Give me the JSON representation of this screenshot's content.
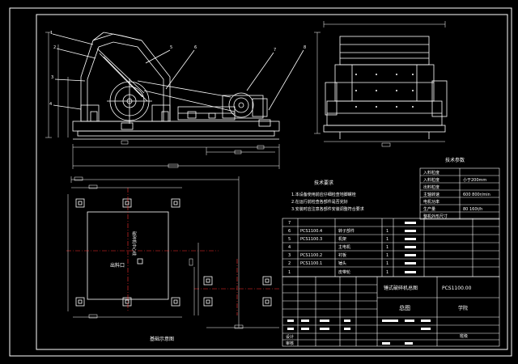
{
  "side_view": {
    "callouts": [
      "1",
      "2",
      "3",
      "4",
      "5",
      "6",
      "7",
      "8"
    ]
  },
  "front_view": {
    "caption": "技术参数"
  },
  "foundation_plan": {
    "caption": "基础示意图",
    "label_center": "出料口",
    "label_vertical": "破碎机中心线"
  },
  "tech_requirements": {
    "title": "技术要求",
    "items": [
      "1.本设备使用前应仔细检查地脚螺栓",
      "2.在运行前检查各部件是否完好",
      "3.安装时应注意各部件安装调整符合要求"
    ]
  },
  "spec_table": {
    "rows": [
      {
        "label": "入料粒度",
        "value": ""
      },
      {
        "label": "入料粒度",
        "value": "小于200mm"
      },
      {
        "label": "出料粒度",
        "value": ""
      },
      {
        "label": "主轴转速",
        "value": "600 800r/min"
      },
      {
        "label": "电机功率",
        "value": ""
      },
      {
        "label": "生产量",
        "value": "80 160t/h"
      },
      {
        "label": "整机外形尺寸",
        "value": ""
      }
    ]
  },
  "parts_list": {
    "rows": [
      {
        "no": "7",
        "code": "",
        "name": "",
        "qty": "",
        "mat": ""
      },
      {
        "no": "6",
        "code": "PCS1100.4",
        "name": "转子部件",
        "qty": "1",
        "mat": ""
      },
      {
        "no": "5",
        "code": "PCS1100.3",
        "name": "机架",
        "qty": "1",
        "mat": ""
      },
      {
        "no": "4",
        "code": "",
        "name": "主电机",
        "qty": "1",
        "mat": ""
      },
      {
        "no": "3",
        "code": "PCS1100.2",
        "name": "衬板",
        "qty": "1",
        "mat": ""
      },
      {
        "no": "2",
        "code": "PCS1100.1",
        "name": "锤头",
        "qty": "1",
        "mat": ""
      },
      {
        "no": "1",
        "code": "",
        "name": "皮带轮",
        "qty": "1",
        "mat": ""
      }
    ]
  },
  "title_block": {
    "drawing_name": "锤式破碎机总图",
    "drawing_no": "PCS1100.00",
    "sheet_label": "总图",
    "designer": "设计",
    "checker": "审核",
    "school": "学院",
    "class_label": "班级"
  },
  "colors": {
    "line": "#ffffff",
    "centerline": "#ff2d2d",
    "dimension": "#ffffff",
    "background": "#000000"
  }
}
